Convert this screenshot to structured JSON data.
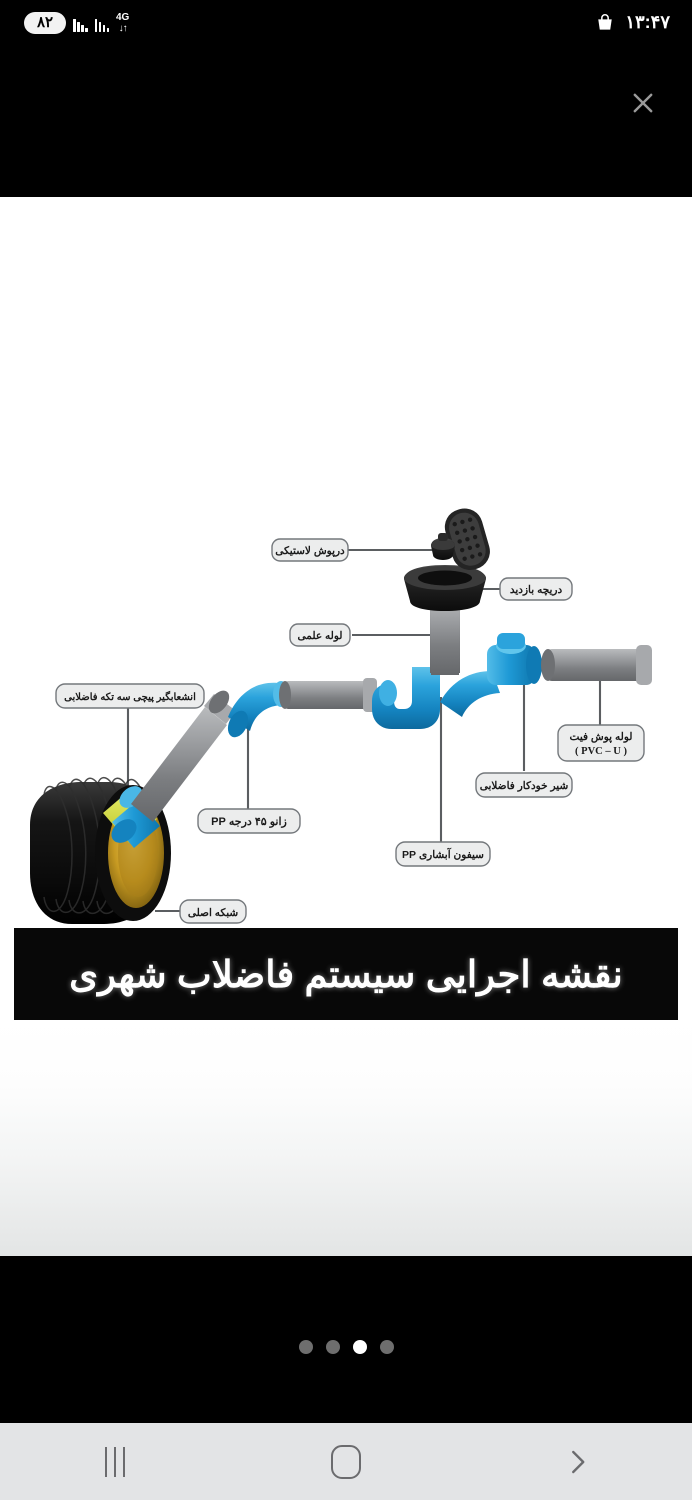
{
  "status_bar": {
    "battery_level": "۸۲",
    "network_type": "4G",
    "network_arrows": "↓↑",
    "time": "۱۳:۴۷",
    "icons": {
      "battery": "battery-percent-badge",
      "signal_1": "signal-bars-sim1",
      "signal_2": "signal-bars-sim2",
      "data": "mobile-data-arrows",
      "bag": "shopping-bag-icon"
    }
  },
  "viewer": {
    "close_label": "✕"
  },
  "media": {
    "banner_title": "نقشه اجرایی سیستم فاضلاب شهری",
    "diagram": {
      "labels": [
        {
          "id": "rubber-cap",
          "text": "درپوش لاستیکی"
        },
        {
          "id": "inspection-hatch",
          "text": "دریچه بازدید"
        },
        {
          "id": "science-pipe",
          "text": "لوله علمی"
        },
        {
          "id": "screw-branch-saddle",
          "text": "انشعابگیر پیچی سه تکه فاضلابی"
        },
        {
          "id": "elbow-45-pp",
          "text": "زانو ۴۵ درجه PP"
        },
        {
          "id": "pushfit-pipe",
          "text": "لوله پوش فیت"
        },
        {
          "id": "pushfit-pipe-2",
          "text": "( PVC – U )"
        },
        {
          "id": "auto-sewer-valve",
          "text": "شیر خودکار فاضلابی"
        },
        {
          "id": "cascade-siphon-pp",
          "text": "سیفون آبشاری PP"
        },
        {
          "id": "main-network",
          "text": "شبکه اصلی"
        }
      ],
      "colors": {
        "pvc_blue": "#2196d4",
        "pvc_blue_dark": "#1272a3",
        "pipe_gray": "#8f9194",
        "pipe_gray_dark": "#6c6e71",
        "hatch_black": "#2b2b2b",
        "corrugated_black": "#141414",
        "corrugated_inner": "#c79a22",
        "label_fill": "#eceded",
        "label_stroke": "#74787c",
        "leader_line": "#5b5e61"
      }
    }
  },
  "carousel": {
    "total_pages": 4,
    "active_page": 3
  },
  "nav_bar": {
    "items": [
      {
        "id": "recents-button",
        "icon": "recents-icon",
        "label": "|||"
      },
      {
        "id": "home-button",
        "icon": "home-icon",
        "label": "○"
      },
      {
        "id": "back-button",
        "icon": "back-chevron-icon",
        "label": "›"
      }
    ]
  }
}
